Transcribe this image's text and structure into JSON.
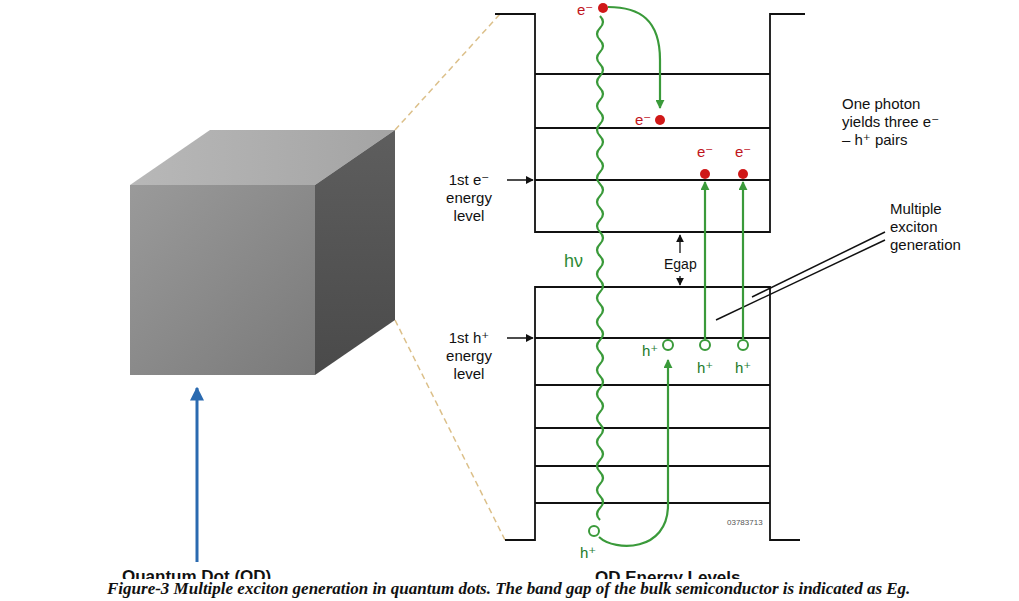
{
  "diagram": {
    "caption": "Figure-3 Multiple exciton generation in quantum dots. The band gap of the bulk semiconductor is indicated as Eg.",
    "labels": [
      "e⁻",
      "e⁻",
      "e⁻",
      "e⁻",
      "One photon yields three e⁻ – h⁺ pairs",
      "1st e⁻ energy level",
      "Egap",
      "Multiple exciton generation",
      "hν",
      "1st h⁺ energy level",
      "h⁺",
      "h⁺",
      "h⁺",
      "h⁺",
      "03783713",
      "Quantum Dot (QD)",
      "QD Energy Levels"
    ]
  }
}
